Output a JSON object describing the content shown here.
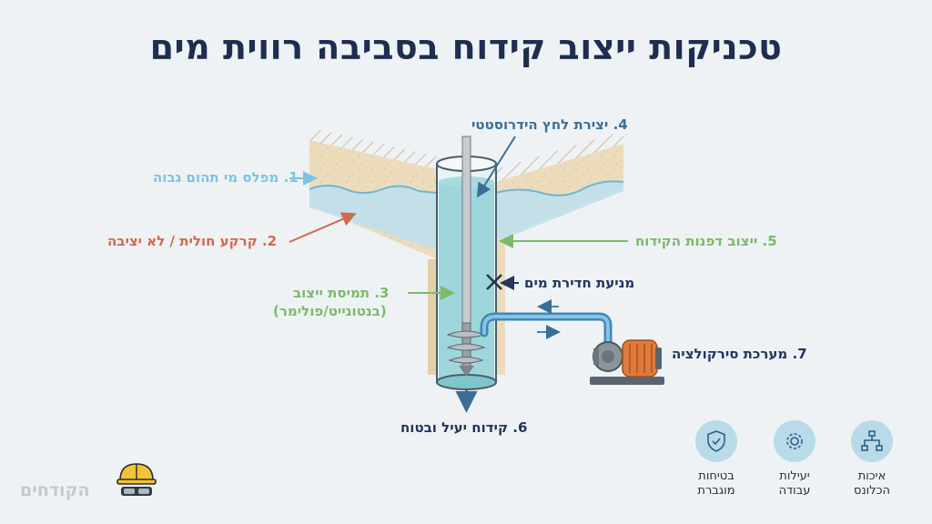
{
  "title": "טכניקות ייצוב קידוח בסביבה רווית מים",
  "labels": {
    "l1": "1. מפלס מי תהום גבוה",
    "l2": "2. קרקע חולית / לא יציבה",
    "l3a": "3. תמיסת ייצוב",
    "l3b": "(בנטונייט/פולימר)",
    "l4": "4. יצירת לחץ הידרוסטטי",
    "l5": "5. ייצוב דפנות הקידוח",
    "lx": "מניעת חדירת מים",
    "l6": "6. קידוח יעיל ובטוח",
    "l7": "7. מערכת סירקולציה"
  },
  "features": [
    {
      "line1": "איכות",
      "line2": "הכלונס",
      "icon": "hierarchy-icon"
    },
    {
      "line1": "יעילות",
      "line2": "עבודה",
      "icon": "gear-icon"
    },
    {
      "line1": "בטיחות",
      "line2": "מוגברת",
      "icon": "shield-check-icon"
    }
  ],
  "brand": "הקודחים",
  "colors": {
    "title": "#1f2d4e",
    "groundwater": "#7ec3e0",
    "soil": "#d06a4e",
    "stabilizer": "#7cb96a",
    "pressure": "#3b6e96",
    "dark": "#25345a",
    "pump": "#e07a3c"
  }
}
